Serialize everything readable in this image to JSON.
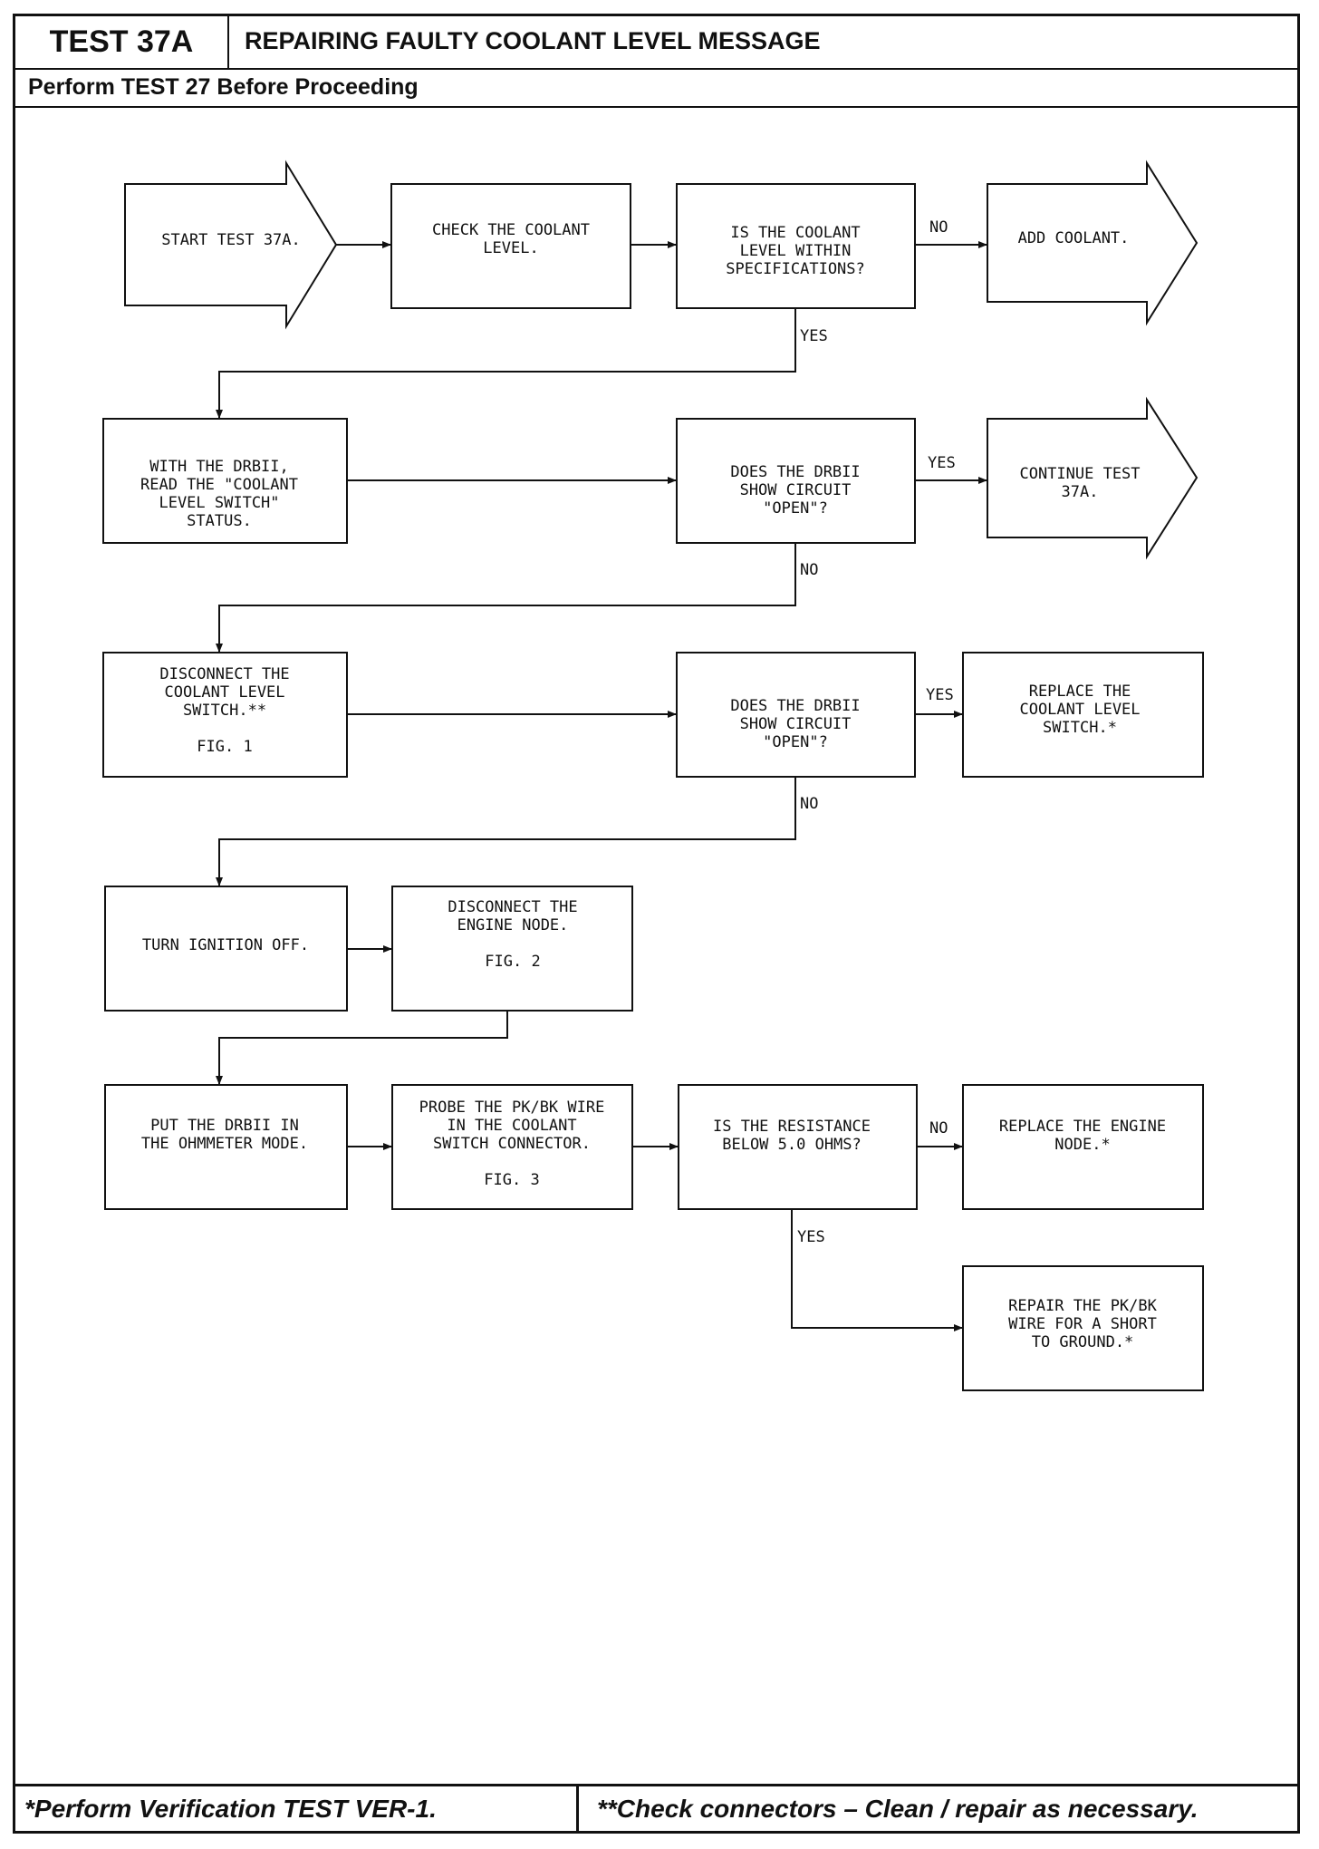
{
  "header": {
    "test_id": "TEST 37A",
    "title": "REPAIRING FAULTY COOLANT LEVEL MESSAGE",
    "subtitle": "Perform TEST 27 Before Proceeding"
  },
  "footer": {
    "left": "*Perform Verification TEST VER-1.",
    "right": "**Check connectors – Clean / repair as necessary."
  },
  "nodes": {
    "start": [
      "START TEST 37A."
    ],
    "check_level": [
      "CHECK THE COOLANT",
      "LEVEL."
    ],
    "within_spec": [
      "IS THE COOLANT",
      "LEVEL WITHIN",
      "SPECIFICATIONS?"
    ],
    "add_coolant": [
      "ADD COOLANT."
    ],
    "read_status": [
      "WITH THE DRBII,",
      "READ THE \"COOLANT",
      "LEVEL SWITCH\"",
      "STATUS."
    ],
    "open_q1": [
      "DOES THE DRBII",
      "SHOW CIRCUIT",
      "\"OPEN\"?"
    ],
    "continue": [
      "CONTINUE TEST",
      "37A."
    ],
    "disconnect_switch": [
      "DISCONNECT THE",
      "COOLANT LEVEL",
      "SWITCH.**",
      "",
      "FIG. 1"
    ],
    "open_q2": [
      "DOES THE DRBII",
      "SHOW CIRCUIT",
      "\"OPEN\"?"
    ],
    "replace_switch": [
      "REPLACE THE",
      "COOLANT LEVEL",
      "SWITCH.*"
    ],
    "ignition_off": [
      "TURN IGNITION OFF."
    ],
    "disconnect_node": [
      "DISCONNECT THE",
      "ENGINE NODE.",
      "",
      "FIG. 2"
    ],
    "ohmmeter": [
      "PUT THE DRBII IN",
      "THE OHMMETER MODE."
    ],
    "probe": [
      "PROBE THE PK/BK WIRE",
      "IN THE COOLANT",
      "SWITCH CONNECTOR.",
      "",
      "FIG. 3"
    ],
    "resistance_q": [
      "IS THE RESISTANCE",
      "BELOW 5.0 OHMS?"
    ],
    "replace_node": [
      "REPLACE THE ENGINE",
      "NODE.*"
    ],
    "repair_wire": [
      "REPAIR THE PK/BK",
      "WIRE FOR A SHORT",
      "TO GROUND.*"
    ]
  },
  "edge_labels": {
    "no_1": "NO",
    "yes_1": "YES",
    "yes_2": "YES",
    "no_2": "NO",
    "yes_3": "YES",
    "no_3": "NO",
    "no_4": "NO",
    "yes_4": "YES"
  }
}
